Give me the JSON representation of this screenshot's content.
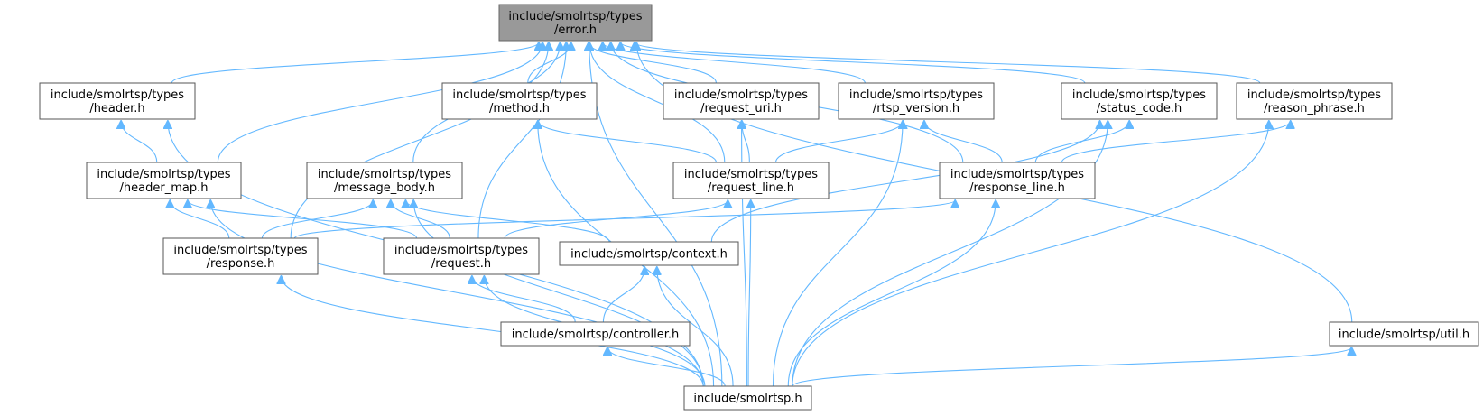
{
  "nodes": [
    {
      "id": "error",
      "lines": [
        "include/smolrtsp/types",
        "/error.h"
      ],
      "root": true
    },
    {
      "id": "header",
      "lines": [
        "include/smolrtsp/types",
        "/header.h"
      ]
    },
    {
      "id": "method",
      "lines": [
        "include/smolrtsp/types",
        "/method.h"
      ]
    },
    {
      "id": "request_uri",
      "lines": [
        "include/smolrtsp/types",
        "/request_uri.h"
      ]
    },
    {
      "id": "rtsp_version",
      "lines": [
        "include/smolrtsp/types",
        "/rtsp_version.h"
      ]
    },
    {
      "id": "status_code",
      "lines": [
        "include/smolrtsp/types",
        "/status_code.h"
      ]
    },
    {
      "id": "reason_phrase",
      "lines": [
        "include/smolrtsp/types",
        "/reason_phrase.h"
      ]
    },
    {
      "id": "header_map",
      "lines": [
        "include/smolrtsp/types",
        "/header_map.h"
      ]
    },
    {
      "id": "message_body",
      "lines": [
        "include/smolrtsp/types",
        "/message_body.h"
      ]
    },
    {
      "id": "request_line",
      "lines": [
        "include/smolrtsp/types",
        "/request_line.h"
      ]
    },
    {
      "id": "response_line",
      "lines": [
        "include/smolrtsp/types",
        "/response_line.h"
      ]
    },
    {
      "id": "response",
      "lines": [
        "include/smolrtsp/types",
        "/response.h"
      ]
    },
    {
      "id": "request",
      "lines": [
        "include/smolrtsp/types",
        "/request.h"
      ]
    },
    {
      "id": "context",
      "lines": [
        "include/smolrtsp/context.h"
      ]
    },
    {
      "id": "controller",
      "lines": [
        "include/smolrtsp/controller.h"
      ]
    },
    {
      "id": "util",
      "lines": [
        "include/smolrtsp/util.h"
      ]
    },
    {
      "id": "smolrtsp",
      "lines": [
        "include/smolrtsp.h"
      ]
    }
  ],
  "edges": [
    [
      "header",
      "error"
    ],
    [
      "method",
      "error"
    ],
    [
      "request_uri",
      "error"
    ],
    [
      "rtsp_version",
      "error"
    ],
    [
      "status_code",
      "error"
    ],
    [
      "reason_phrase",
      "error"
    ],
    [
      "header_map",
      "error"
    ],
    [
      "message_body",
      "error"
    ],
    [
      "request_line",
      "error"
    ],
    [
      "response_line",
      "error"
    ],
    [
      "response",
      "error"
    ],
    [
      "request",
      "error"
    ],
    [
      "util",
      "error"
    ],
    [
      "smolrtsp",
      "error"
    ],
    [
      "header_map",
      "header"
    ],
    [
      "smolrtsp",
      "header"
    ],
    [
      "request_line",
      "method"
    ],
    [
      "smolrtsp",
      "method"
    ],
    [
      "request_line",
      "request_uri"
    ],
    [
      "smolrtsp",
      "request_uri"
    ],
    [
      "request_line",
      "rtsp_version"
    ],
    [
      "response_line",
      "rtsp_version"
    ],
    [
      "smolrtsp",
      "rtsp_version"
    ],
    [
      "response_line",
      "status_code"
    ],
    [
      "context",
      "status_code"
    ],
    [
      "smolrtsp",
      "status_code"
    ],
    [
      "response_line",
      "reason_phrase"
    ],
    [
      "smolrtsp",
      "reason_phrase"
    ],
    [
      "response",
      "header_map"
    ],
    [
      "request",
      "header_map"
    ],
    [
      "smolrtsp",
      "header_map"
    ],
    [
      "response",
      "message_body"
    ],
    [
      "request",
      "message_body"
    ],
    [
      "context",
      "message_body"
    ],
    [
      "smolrtsp",
      "message_body"
    ],
    [
      "request",
      "request_line"
    ],
    [
      "smolrtsp",
      "request_line"
    ],
    [
      "response",
      "response_line"
    ],
    [
      "smolrtsp",
      "response_line"
    ],
    [
      "smolrtsp",
      "response"
    ],
    [
      "controller",
      "request"
    ],
    [
      "smolrtsp",
      "request"
    ],
    [
      "controller",
      "context"
    ],
    [
      "smolrtsp",
      "context"
    ],
    [
      "smolrtsp",
      "controller"
    ],
    [
      "smolrtsp",
      "util"
    ]
  ]
}
